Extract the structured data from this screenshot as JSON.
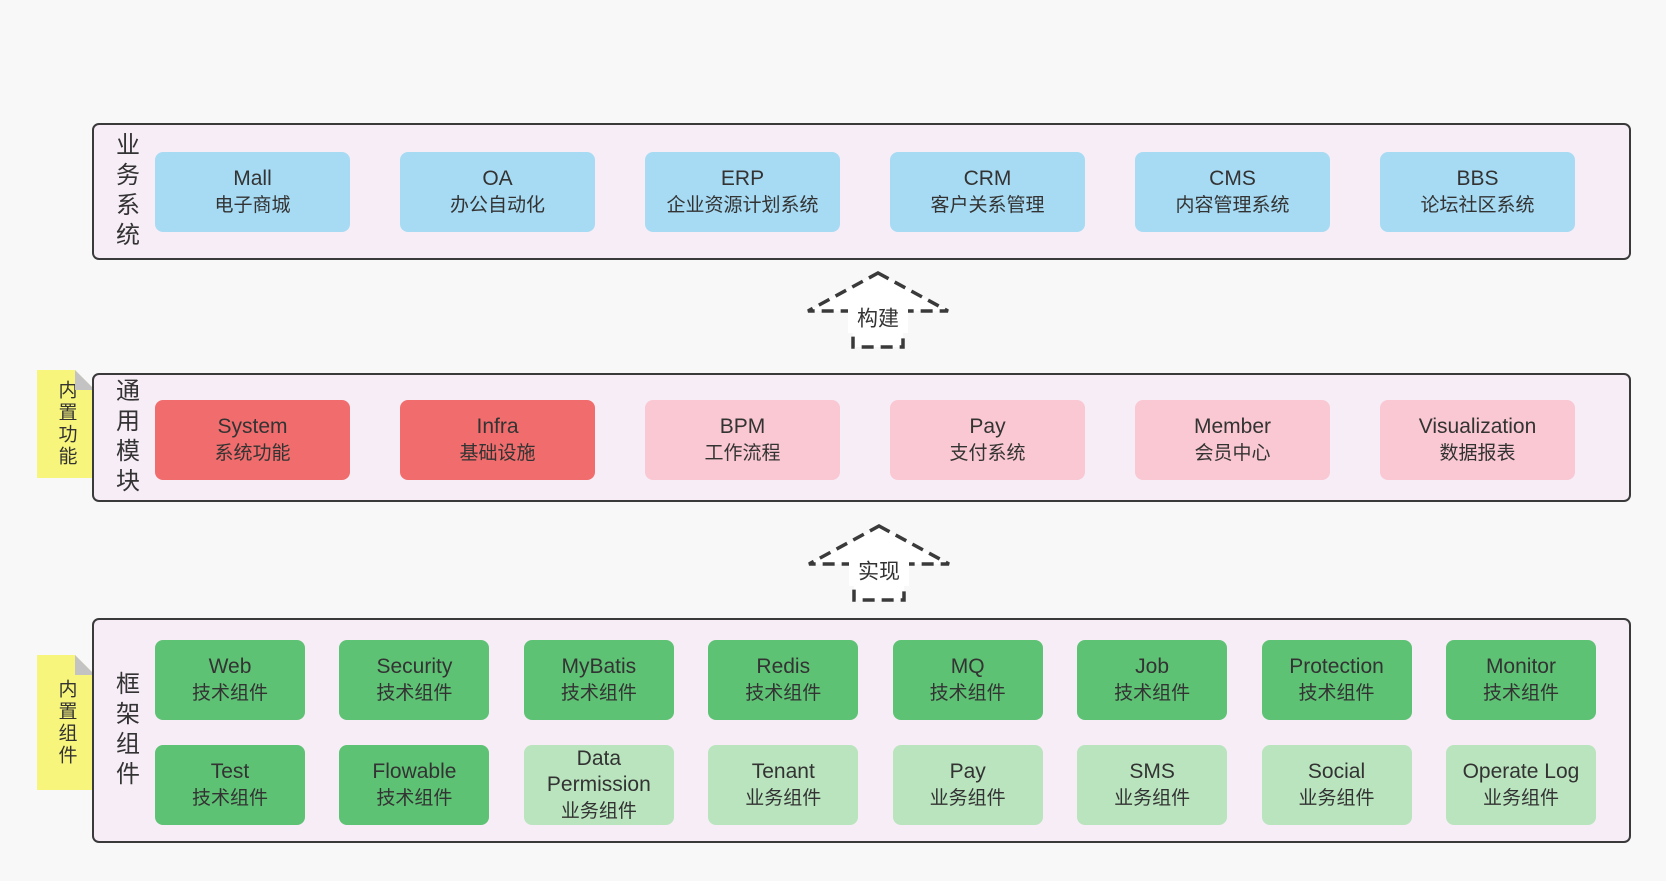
{
  "diagram": {
    "arrows": [
      {
        "label": "构建"
      },
      {
        "label": "实现"
      }
    ],
    "stickies": [
      {
        "label": "内置功能"
      },
      {
        "label": "内置组件"
      }
    ],
    "bands": [
      {
        "label": "业务系统",
        "boxes": [
          {
            "title": "Mall",
            "subtitle": "电子商城"
          },
          {
            "title": "OA",
            "subtitle": "办公自动化"
          },
          {
            "title": "ERP",
            "subtitle": "企业资源计划系统"
          },
          {
            "title": "CRM",
            "subtitle": "客户关系管理"
          },
          {
            "title": "CMS",
            "subtitle": "内容管理系统"
          },
          {
            "title": "BBS",
            "subtitle": "论坛社区系统"
          }
        ]
      },
      {
        "label": "通用模块",
        "boxes": [
          {
            "title": "System",
            "subtitle": "系统功能"
          },
          {
            "title": "Infra",
            "subtitle": "基础设施"
          },
          {
            "title": "BPM",
            "subtitle": "工作流程"
          },
          {
            "title": "Pay",
            "subtitle": "支付系统"
          },
          {
            "title": "Member",
            "subtitle": "会员中心"
          },
          {
            "title": "Visualization",
            "subtitle": "数据报表"
          }
        ]
      },
      {
        "label": "框架组件",
        "row1": [
          {
            "title": "Web",
            "subtitle": "技术组件"
          },
          {
            "title": "Security",
            "subtitle": "技术组件"
          },
          {
            "title": "MyBatis",
            "subtitle": "技术组件"
          },
          {
            "title": "Redis",
            "subtitle": "技术组件"
          },
          {
            "title": "MQ",
            "subtitle": "技术组件"
          },
          {
            "title": "Job",
            "subtitle": "技术组件"
          },
          {
            "title": "Protection",
            "subtitle": "技术组件"
          },
          {
            "title": "Monitor",
            "subtitle": "技术组件"
          }
        ],
        "row2": [
          {
            "title": "Test",
            "subtitle": "技术组件"
          },
          {
            "title": "Flowable",
            "subtitle": "技术组件"
          },
          {
            "title": "Data Permission",
            "subtitle": "业务组件"
          },
          {
            "title": "Tenant",
            "subtitle": "业务组件"
          },
          {
            "title": "Pay",
            "subtitle": "业务组件"
          },
          {
            "title": "SMS",
            "subtitle": "业务组件"
          },
          {
            "title": "Social",
            "subtitle": "业务组件"
          },
          {
            "title": "Operate Log",
            "subtitle": "业务组件"
          }
        ]
      }
    ],
    "colors": {
      "page_bg": "#f8f8f8",
      "band_bg": "#f7edf6",
      "band_border": "#3a3a3a",
      "blue_box": "#a7dbf4",
      "red_box": "#f16c6c",
      "pink_box": "#f9c8d2",
      "green_box": "#5ec274",
      "light_green_box": "#b9e4be",
      "sticky_bg": "#f8f57c",
      "sticky_fold": "#c3c3c3",
      "text": "#333333"
    }
  }
}
